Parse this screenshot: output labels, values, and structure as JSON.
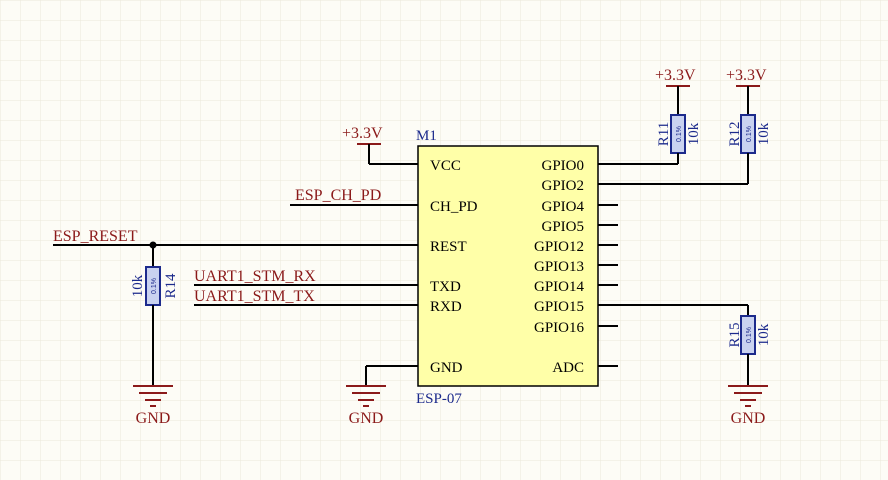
{
  "module": {
    "designator": "M1",
    "part": "ESP-07",
    "left_pins": [
      "VCC",
      "CH_PD",
      "REST",
      "TXD",
      "RXD",
      "GND"
    ],
    "right_pins": [
      "GPIO0",
      "GPIO2",
      "GPIO4",
      "GPIO5",
      "GPIO12",
      "GPIO13",
      "GPIO14",
      "GPIO15",
      "GPIO16",
      "ADC"
    ]
  },
  "nets": {
    "vcc_module": "+3.3V",
    "vcc_r11": "+3.3V",
    "vcc_r12": "+3.3V",
    "esp_ch_pd": "ESP_CH_PD",
    "esp_reset": "ESP_RESET",
    "uart_rx": "UART1_STM_RX",
    "uart_tx": "UART1_STM_TX"
  },
  "resistors": [
    {
      "ref": "R11",
      "value": "10k",
      "tolerance": "0.1%"
    },
    {
      "ref": "R12",
      "value": "10k",
      "tolerance": "0.1%"
    },
    {
      "ref": "R14",
      "value": "10k",
      "tolerance": "0.1%"
    },
    {
      "ref": "R15",
      "value": "10k",
      "tolerance": "0.1%"
    }
  ],
  "grounds": {
    "r14": "GND",
    "module": "GND",
    "r15": "GND"
  }
}
